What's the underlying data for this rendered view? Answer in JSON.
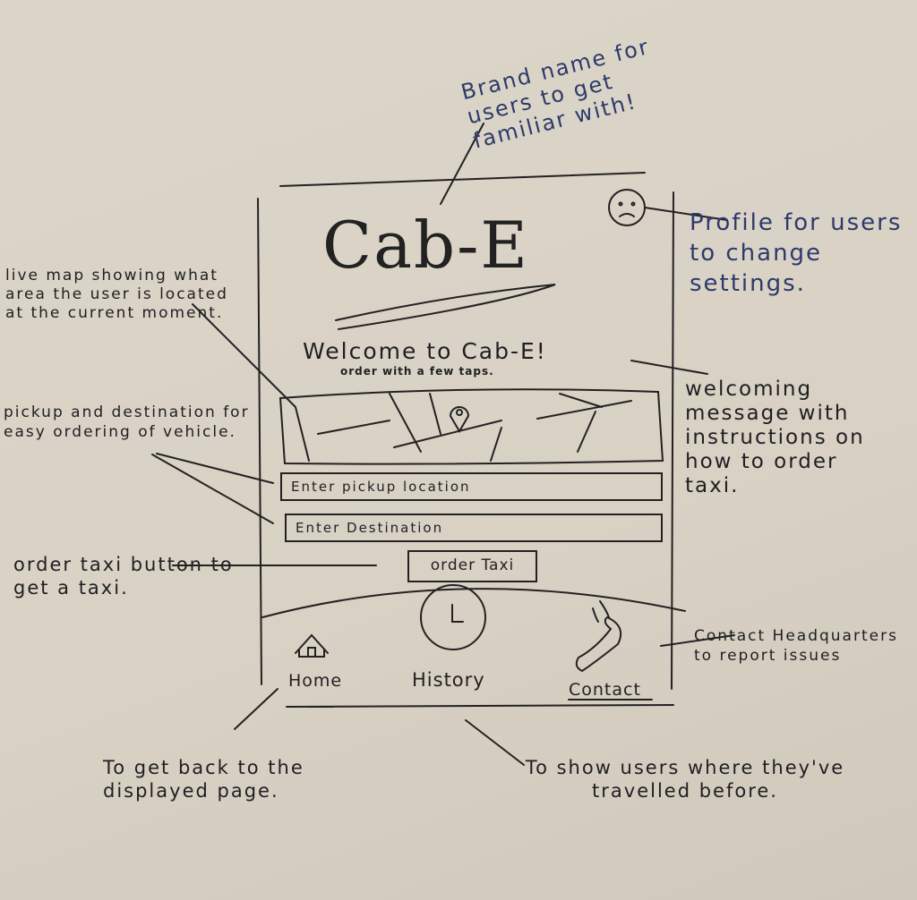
{
  "app": {
    "brand": "Cab-E",
    "welcome_title": "Welcome to Cab-E!",
    "welcome_subtitle": "order with a few taps.",
    "pickup_placeholder": "Enter pickup location",
    "destination_placeholder": "Enter Destination",
    "order_button": "order Taxi",
    "nav": [
      {
        "label": "Home",
        "icon": "house-icon"
      },
      {
        "label": "History",
        "icon": "clock-icon"
      },
      {
        "label": "Contact",
        "icon": "phone-icon"
      }
    ],
    "profile_icon": "profile-icon",
    "map_icon": "map-pin-icon"
  },
  "annotations": {
    "brand": "Brand name for users to get familiar with!",
    "profile": "Profile for users to change settings.",
    "map": "live map showing what area the user is located at the current moment.",
    "welcome": "welcoming message with instructions on how to order taxi.",
    "inputs": "pickup and destination for easy ordering of vehicle.",
    "order": "order taxi button to get a taxi.",
    "contact": "Contact Headquarters to report issues",
    "home": "To get back to the displayed page.",
    "history": "To show users where they've travelled before."
  },
  "colors": {
    "ink": "#1f1f22",
    "blue_ink": "#2d3a6b",
    "paper": "#d9d2c6"
  }
}
